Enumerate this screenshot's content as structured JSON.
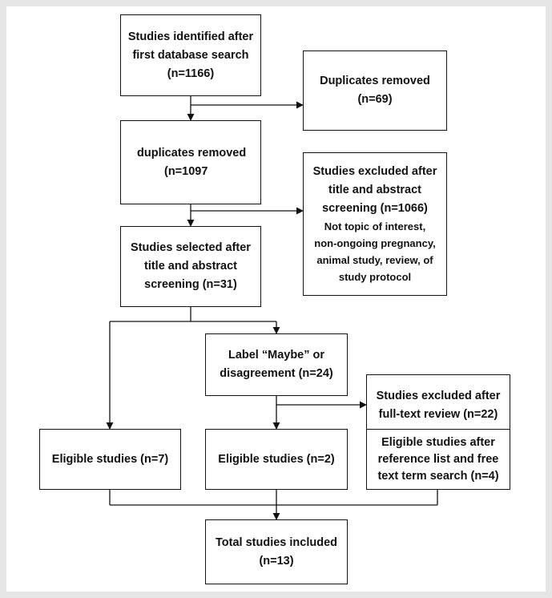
{
  "nodes": {
    "identified": {
      "lines": [
        "Studies identified after",
        "first database search",
        "(n=1166)"
      ]
    },
    "dup_removed_side": {
      "lines": [
        "Duplicates removed",
        "(n=69)"
      ]
    },
    "dup_removed": {
      "lines": [
        "duplicates removed",
        "(n=1097"
      ]
    },
    "excluded_ta": {
      "lines": [
        "Studies excluded after",
        "title and abstract",
        "screening (n=1066)"
      ],
      "detail": [
        "Not topic of interest,",
        "non-ongoing pregnancy,",
        "animal study, review, of",
        "study protocol"
      ]
    },
    "selected_ta": {
      "lines": [
        "Studies selected after",
        "title and abstract",
        "screening (n=31)"
      ]
    },
    "maybe": {
      "lines": [
        "Label “Maybe” or",
        "disagreement (n=24)"
      ]
    },
    "excluded_ft": {
      "lines": [
        "Studies excluded after",
        "full-text review (n=22)"
      ]
    },
    "eligible_7": {
      "lines": [
        "Eligible studies (n=7)"
      ]
    },
    "eligible_2": {
      "lines": [
        "Eligible studies (n=2)"
      ]
    },
    "eligible_ref": {
      "lines": [
        "Eligible studies after",
        "reference list and free",
        "text term search (n=4)"
      ]
    },
    "total": {
      "lines": [
        "Total studies included",
        "(n=13)"
      ]
    }
  },
  "colors": {
    "stroke": "#111111",
    "background": "#ffffff",
    "frame": "#e6e6e6"
  }
}
